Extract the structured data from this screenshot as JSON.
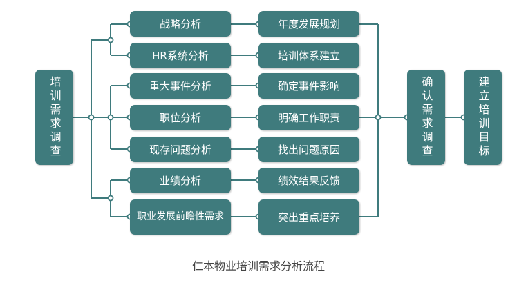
{
  "colors": {
    "node": "#3f7b7d",
    "line": "#3f7b7d",
    "text": "#ffffff"
  },
  "left_box": "培训需求调查",
  "analysis": [
    "战略分析",
    "HR系统分析",
    "重大事件分析",
    "职位分析",
    "现存问题分析",
    "业绩分析",
    "职业发展前瞻性需求"
  ],
  "results": [
    "年度发展规划",
    "培训体系建立",
    "确定事件影响",
    "明确工作职责",
    "找出问题原因",
    "绩效结果反馈",
    "突出重点培养"
  ],
  "confirm_box": "确认需求调查",
  "goal_box": "建立培训目标",
  "caption": "仁本物业培训需求分析流程"
}
